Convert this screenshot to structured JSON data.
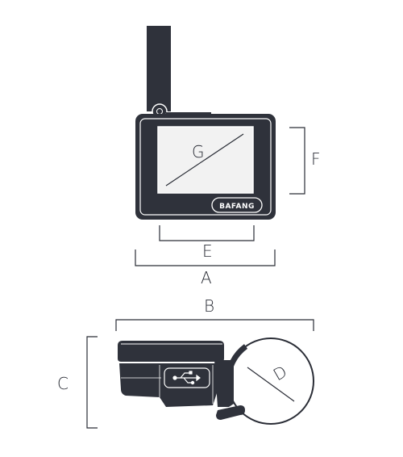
{
  "labels": {
    "a": "A",
    "b": "B",
    "c": "C",
    "d": "D",
    "e": "E",
    "f": "F",
    "g": "G"
  },
  "brand": {
    "logo_text": "BAFANG"
  },
  "colors": {
    "body": "#2f323b",
    "screen": "#f2f2f2",
    "line": "#2a2d36",
    "background": "#ffffff"
  }
}
